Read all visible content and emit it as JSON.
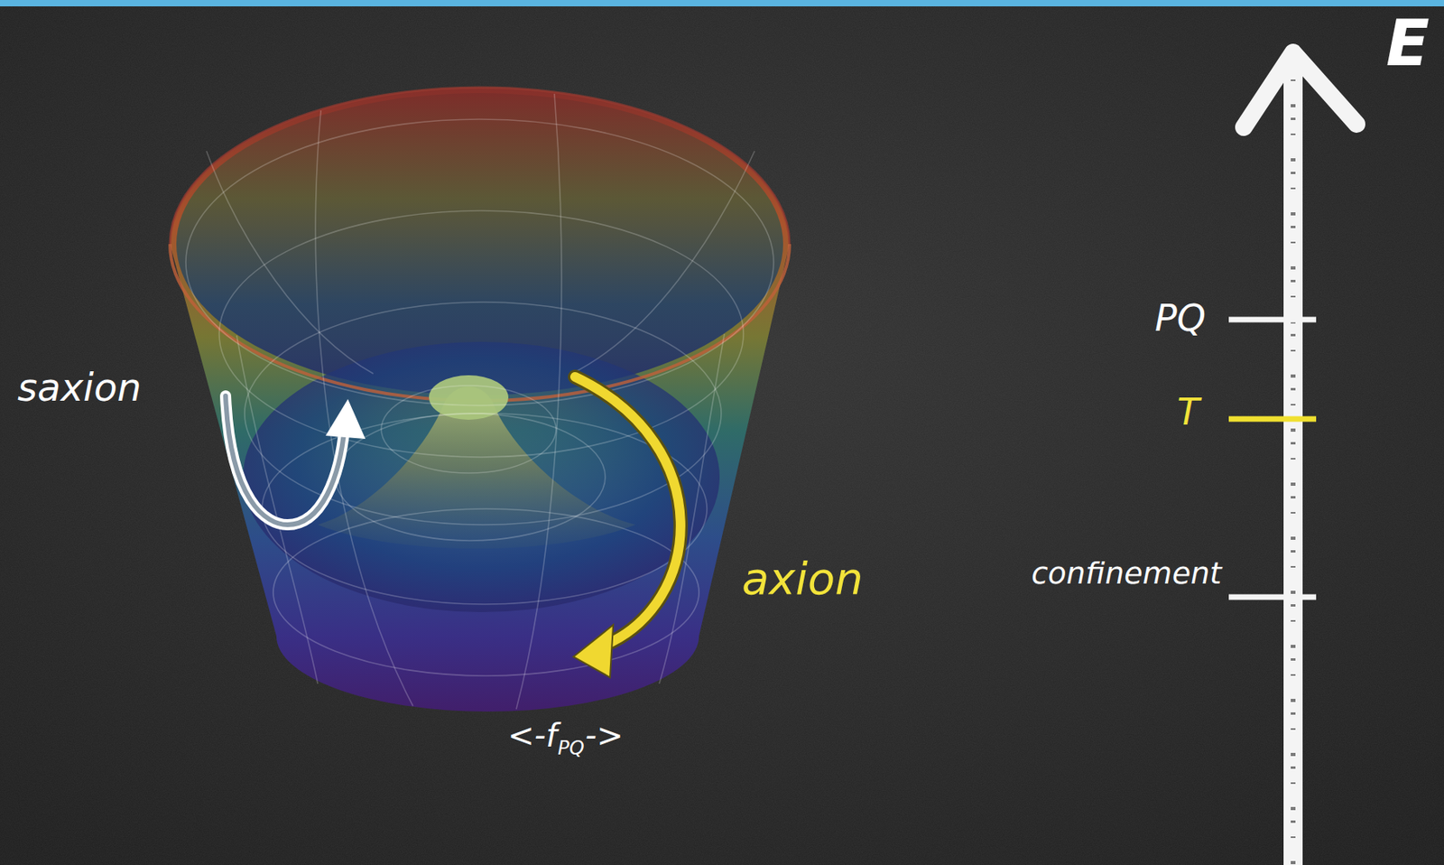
{
  "diagram": {
    "labels": [
      "saxion",
      "axion",
      "<-f",
      "PQ",
      "->",
      "E",
      "PQ",
      "T",
      "confinement"
    ]
  }
}
